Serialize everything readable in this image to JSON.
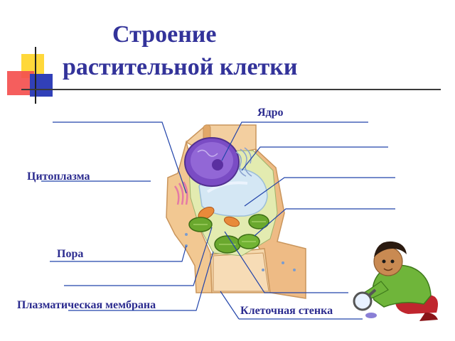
{
  "title": {
    "line1": "Строение",
    "line2": "растительной клетки"
  },
  "labels": {
    "nucleus": "Ядро",
    "cytoplasm": "Цитоплазма",
    "pore": "Пора",
    "membrane": "Плазматическая мембрана",
    "cell_wall": "Клеточная стенка"
  },
  "colors": {
    "title": "#33339a",
    "label": "#2b2b8f",
    "leader_line": "#2244aa",
    "nucleus": "#7a4cc4",
    "cell_wall": "#e8b985",
    "cytoplasm": "#dfe8a8",
    "chloroplast": "#6aa82e",
    "mitochondria": "#e88a3a",
    "vacuole": "#cfe4f5"
  },
  "icons": {
    "corner_decoration": "color-squares-icon",
    "child_character": "child-with-magnifier-icon"
  }
}
